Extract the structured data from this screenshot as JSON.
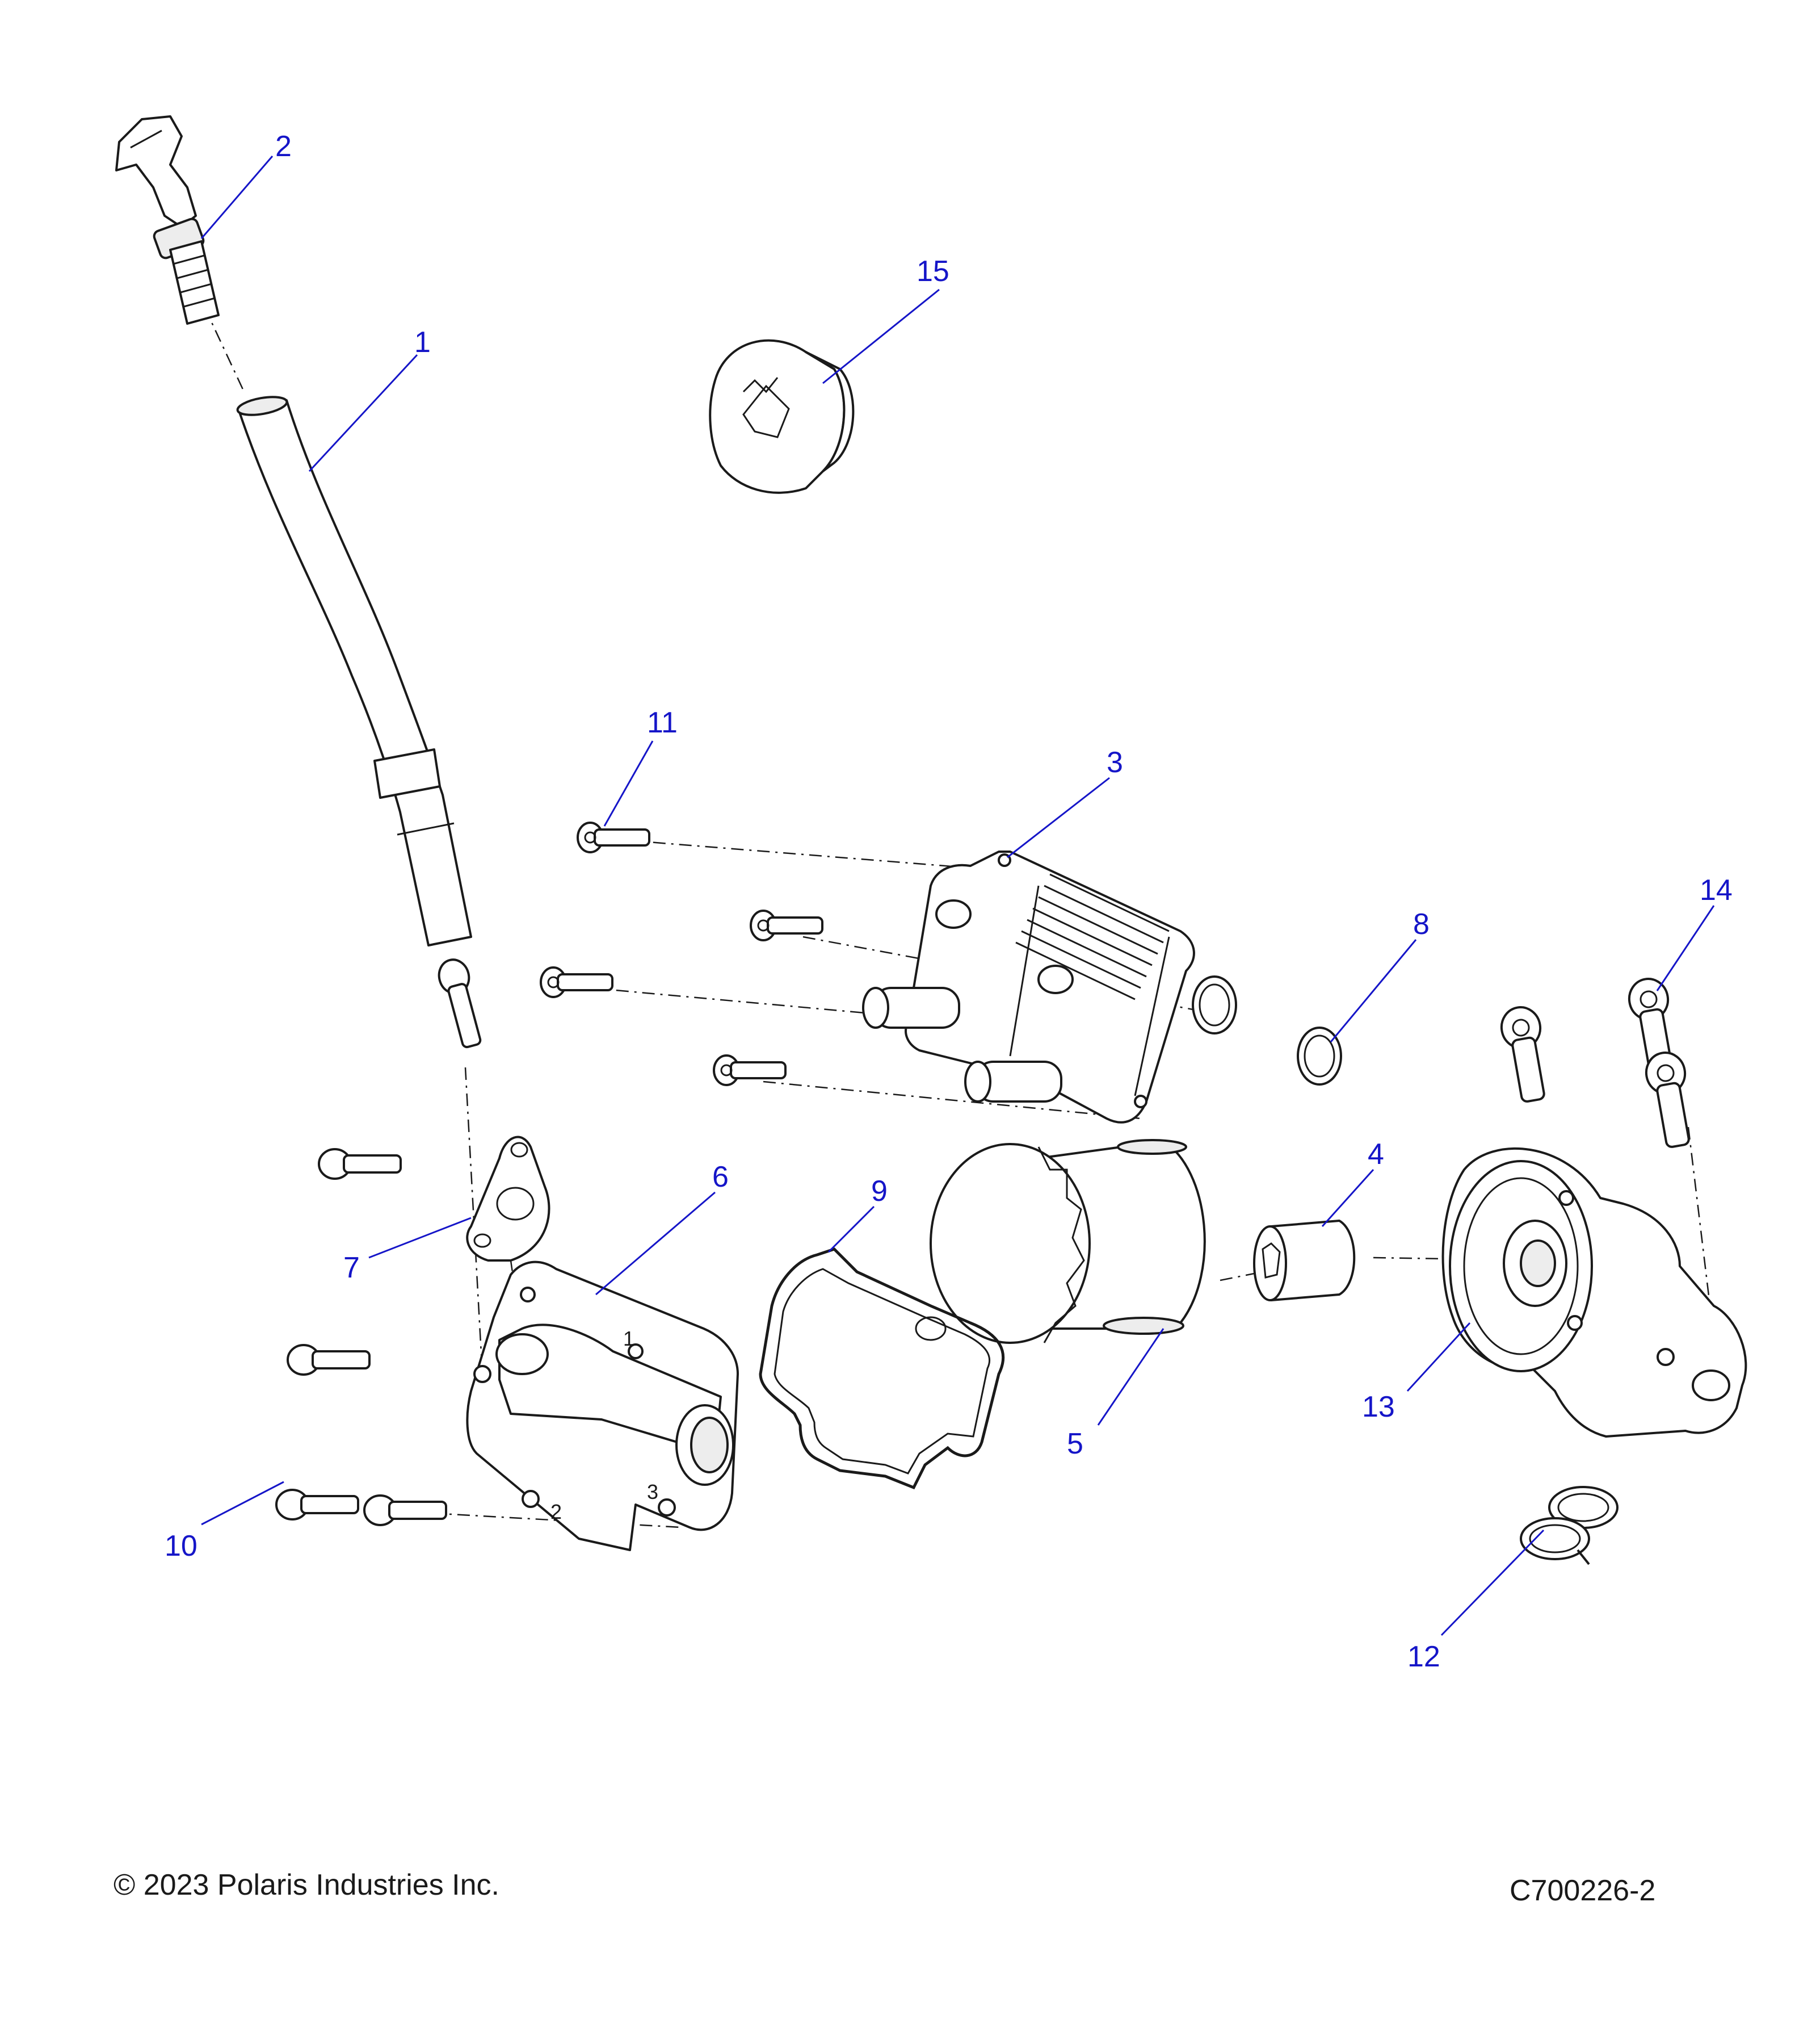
{
  "callouts": {
    "c1": "1",
    "c2": "2",
    "c3": "3",
    "c4": "4",
    "c5": "5",
    "c6": "6",
    "c7": "7",
    "c8": "8",
    "c9": "9",
    "c10": "10",
    "c11": "11",
    "c12": "12",
    "c13": "13",
    "c14": "14",
    "c15": "15"
  },
  "cover_marks": {
    "m1": "1",
    "m2": "2",
    "m3": "3"
  },
  "footer": {
    "copyright": "© 2023 Polaris Industries Inc.",
    "drawing_id": "C700226-2"
  },
  "colors": {
    "callout": "#1515c8",
    "line": "#1a1a1a",
    "background": "#ffffff"
  }
}
